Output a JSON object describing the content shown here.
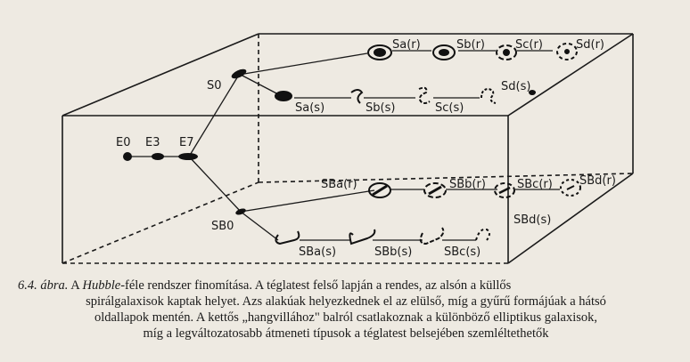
{
  "diagram": {
    "elliptical_labels": [
      "E0",
      "E3",
      "E7"
    ],
    "node_s0": "S0",
    "node_sb0": "SB0",
    "top_back_row": [
      "Sa(r)",
      "Sb(r)",
      "Sc(r)",
      "Sd(r)"
    ],
    "top_front_row": [
      "Sa(s)",
      "Sb(s)",
      "Sc(s)",
      "Sd(s)"
    ],
    "bottom_back_row": [
      "SBa(r)",
      "SBb(r)",
      "SBc(r)",
      "SBd(r)"
    ],
    "bottom_front_row": [
      "SBa(s)",
      "SBb(s)",
      "SBc(s)"
    ],
    "side_label": "SBd(s)"
  },
  "caption": {
    "fig_number": "6.4. ábra.",
    "part1": " A ",
    "hubble": "Hubble",
    "part2": "-féle rendszer finomítása. A téglatest felső lapján a rendes, az alsón a küllős",
    "line2": "spirálgalaxisok kaptak helyet. Azs alakúak helyezkednek el az elülső, míg a gyűrű formájúak a hátsó",
    "line3": "oldallapok mentén. A kettős „hangvillához\" balról csatlakoznak a különböző elliptikus galaxisok,",
    "line4": "míg a legváltozatosabb átmeneti típusok a téglatest belsejében szemléltethetők"
  }
}
